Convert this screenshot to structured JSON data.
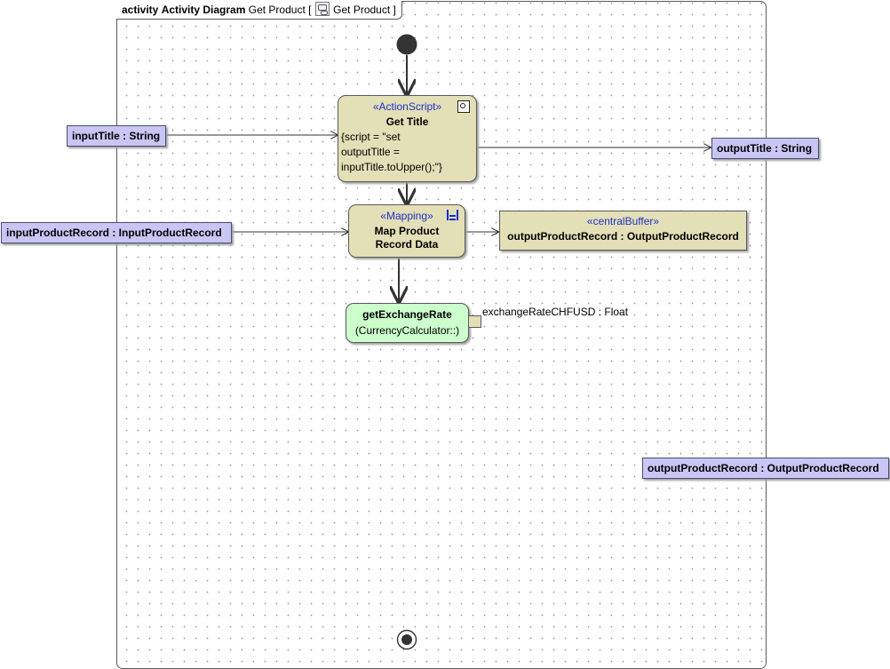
{
  "frame": {
    "kind": "activity",
    "diagram_type": "Activity Diagram",
    "name_prefix": "Get Product [",
    "icon": "activity-diagram-icon",
    "link_name": "Get Product",
    "name_suffix": "]"
  },
  "nodes": {
    "get_title": {
      "stereotype": "«ActionScript»",
      "name": "Get Title",
      "script_line1": "{script = \"set",
      "script_line2": "outputTitle =",
      "script_line3": "inputTitle.toUpper();\"}",
      "icon": "script-icon"
    },
    "map_product": {
      "stereotype": "«Mapping»",
      "name_line1": "Map Product",
      "name_line2": "Record Data",
      "icon": "mapping-icon"
    },
    "get_exchange_rate": {
      "name": "getExchangeRate",
      "owner": "(CurrencyCalculator::)",
      "pin_label": "exchangeRateCHFUSD : Float"
    },
    "central_buffer": {
      "stereotype": "«centralBuffer»",
      "name": "outputProductRecord : OutputProductRecord"
    },
    "input_title": {
      "name": "inputTitle : String"
    },
    "output_title": {
      "name": "outputTitle : String"
    },
    "input_product_record": {
      "name": "inputProductRecord : InputProductRecord"
    },
    "output_product_record": {
      "name": "outputProductRecord : OutputProductRecord"
    }
  },
  "colors": {
    "action_fill": "#e3dfb7",
    "object_fill": "#c8c6f4",
    "call_fill": "#ccffcc",
    "stereotype_text": "#2030c8",
    "edge": "#333333"
  }
}
